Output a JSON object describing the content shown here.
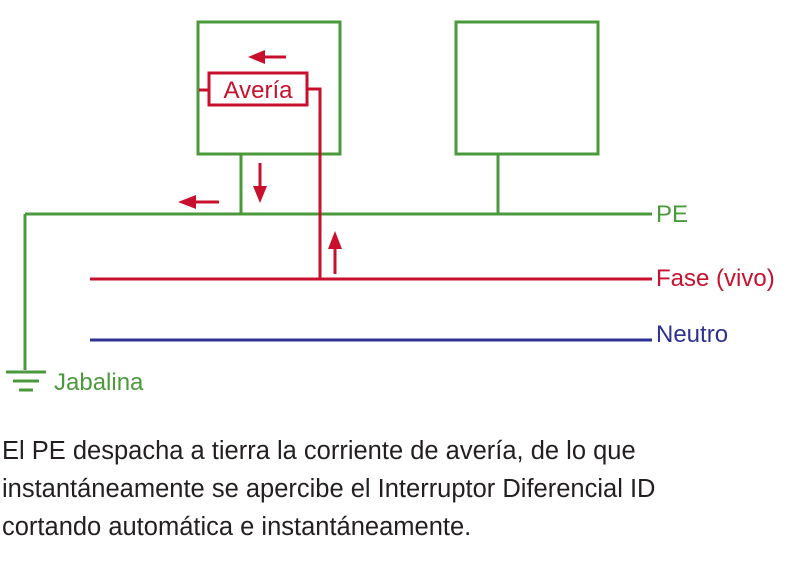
{
  "colors": {
    "earth": "#4a9a3c",
    "fault": "#c8102e",
    "neutral": "#2e3192",
    "text": "#231f20"
  },
  "labels": {
    "fault": "Avería",
    "pe": "PE",
    "phase": "Fase (vivo)",
    "neutral": "Neutro",
    "ground": "Jabalina"
  },
  "icons": {
    "ground": "ground-icon",
    "arrow_left": "arrow-left-icon",
    "arrow_down": "arrow-down-icon",
    "arrow_up": "arrow-up-icon"
  },
  "caption": {
    "line1": "El PE despacha a tierra la corriente de avería, de lo que",
    "line2": "instantáneamente se apercibe el Interruptor Diferencial ID",
    "line3": "cortando automática e instantáneamente."
  }
}
